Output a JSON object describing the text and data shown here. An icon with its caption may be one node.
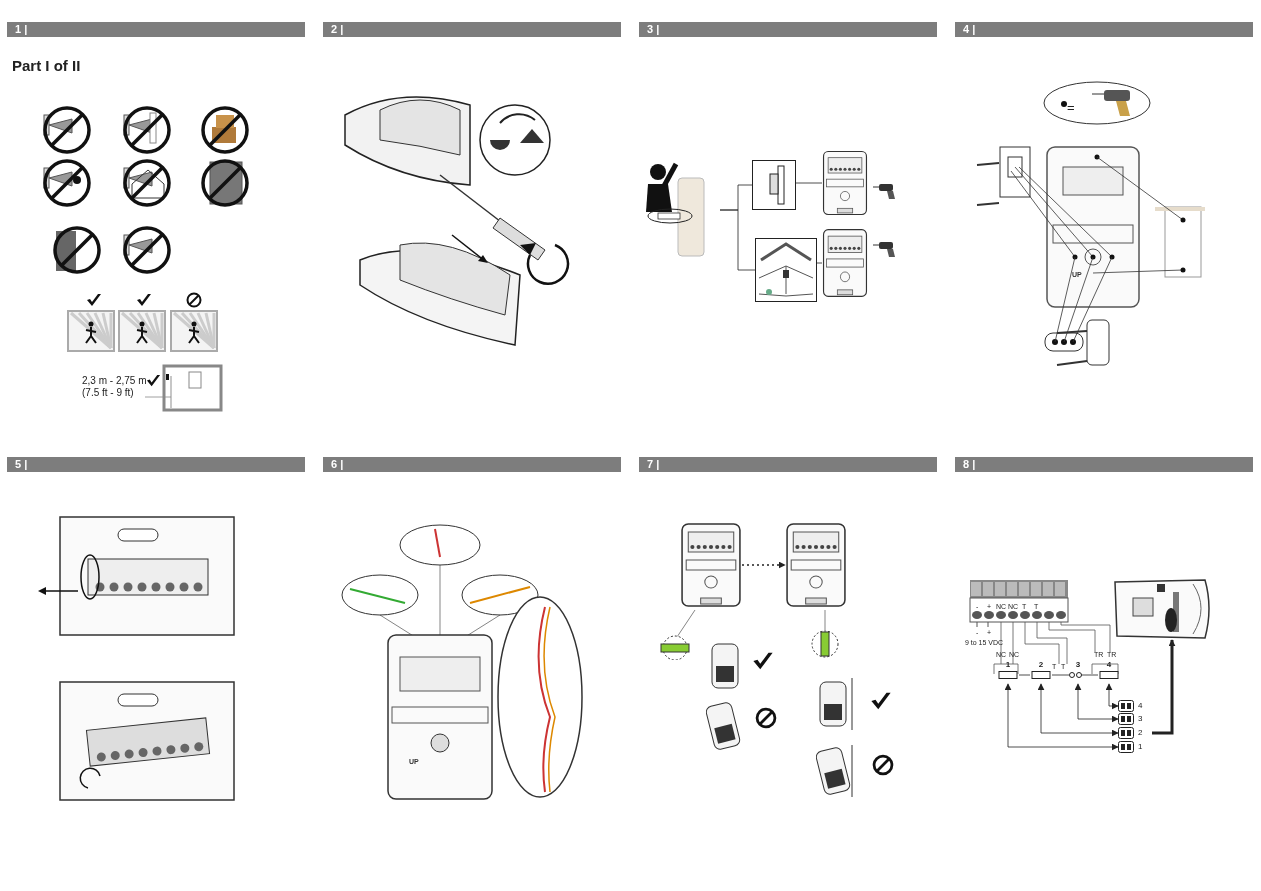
{
  "diagram": {
    "nodes": [
      {
        "text": [],
        "shape": "picture"
      },
      {
        "text": [],
        "shape": "picture"
      },
      {
        "text": [],
        "shape": "picture"
      },
      {
        "text": [],
        "shape": "picture"
      },
      {
        "text": [],
        "shape": "picture"
      },
      {
        "text": [
          "1"
        ]
      },
      {
        "text": [
          "2"
        ]
      },
      {
        "text": [
          "3"
        ]
      },
      {
        "text": [
          "4"
        ]
      },
      {
        "text": [
          "4"
        ]
      },
      {
        "text": [
          "3"
        ]
      },
      {
        "text": [
          "2"
        ]
      },
      {
        "text": [
          "1"
        ]
      },
      {
        "text": [],
        "shape": "picture"
      },
      {
        "text": [],
        "shape": "picture"
      },
      {
        "text": [],
        "shape": "picture"
      }
    ],
    "edges": [
      {
        "from": 0,
        "to": 1,
        "arrow": "none"
      },
      {
        "from": 0,
        "to": 2,
        "arrow": "none"
      },
      {
        "from": 1,
        "to": 3,
        "arrow": "none"
      },
      {
        "from": 2,
        "to": 4,
        "arrow": "none"
      },
      {
        "from": 5,
        "to": 12,
        "arrow": "both"
      },
      {
        "from": 6,
        "to": 11,
        "arrow": "both"
      },
      {
        "from": 7,
        "to": 10,
        "arrow": "both"
      },
      {
        "from": 8,
        "to": 9,
        "arrow": "both"
      },
      {
        "from": 11,
        "to": 13,
        "arrow": "to",
        "style": "thick"
      },
      {
        "from": 14,
        "to": 15,
        "arrow": "to",
        "style": "dashed"
      },
      {
        "from": 5,
        "to": 6,
        "arrow": "none"
      },
      {
        "from": 6,
        "to": 7,
        "arrow": "none"
      },
      {
        "from": 7,
        "to": 8,
        "arrow": "none"
      }
    ],
    "labels": [
      "1 |",
      "2 |",
      "3 |",
      "4 |",
      "Part I of II",
      "2,3 m - 2,75 m",
      "(7.5 ft - 9 ft)",
      "=",
      "UP",
      "5 |",
      "6 |",
      "7 |",
      "8 |",
      "UP",
      "-",
      "+",
      "NC",
      "NC",
      "T",
      "T",
      "-",
      "+",
      "9 to 15 VDC",
      "NC",
      "NC",
      "T",
      "T",
      "TR",
      "TR"
    ]
  }
}
